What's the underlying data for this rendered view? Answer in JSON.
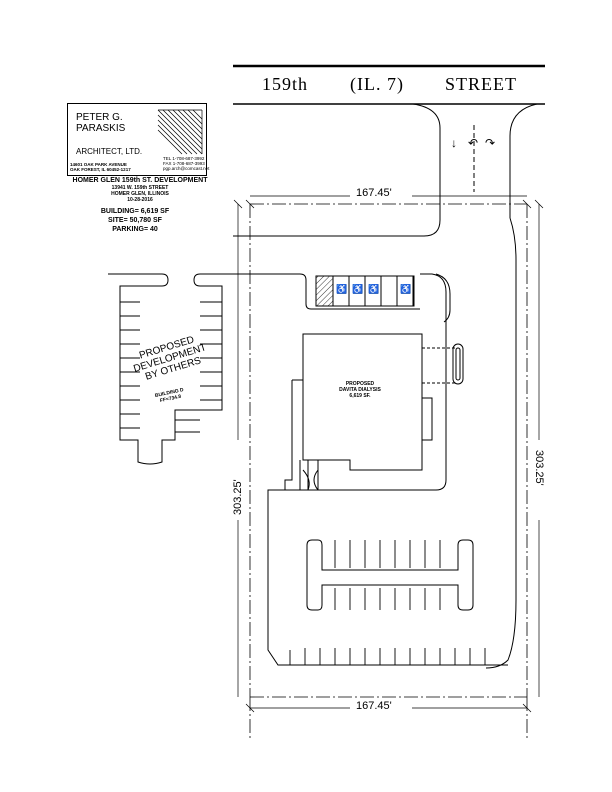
{
  "street": {
    "name": "159th",
    "route": "(IL. 7)",
    "type": "STREET"
  },
  "title_block": {
    "line1": "PETER G.",
    "line2": "PARASKIS",
    "line3": "ARCHITECT, LTD.",
    "addr1": "14601 OAK PARK AVENUE",
    "addr2": "OAK FOREST, IL 60452-1217",
    "tel": "TEL 1-708-687-3992",
    "fax": "FAX 1-708-687-3993",
    "email": "pgp.arch@comcast.net"
  },
  "project": {
    "title": "HOMER GLEN 159th ST. DEVELOPMENT",
    "addr1": "13941 W. 159th STREET",
    "addr2": "HOMER GLEN, ILLINOIS",
    "date": "10-28-2016"
  },
  "stats": {
    "building": "BUILDING= 6,619 SF",
    "site": "SITE= 50,780 SF",
    "parking": "PARKING= 40"
  },
  "dimensions": {
    "top": "167.45'",
    "bottom": "167.45'",
    "left": "303.25'",
    "right": "303.25'"
  },
  "others": {
    "line1": "PROPOSED",
    "line2": "DEVELOPMENT",
    "line3": "BY OTHERS",
    "building": "BUILDING D",
    "ff": "FF=734.8"
  },
  "proposed": {
    "line1": "PROPOSED",
    "line2": "DAVITA DIALYSIS",
    "line3": "6,619 SF."
  },
  "icons": {
    "left_arrow": "left-turn-arrow-icon",
    "through_arrow": "through-arrow-icon",
    "right_arrow": "right-turn-arrow-icon",
    "accessible": "accessible-parking-icon"
  }
}
